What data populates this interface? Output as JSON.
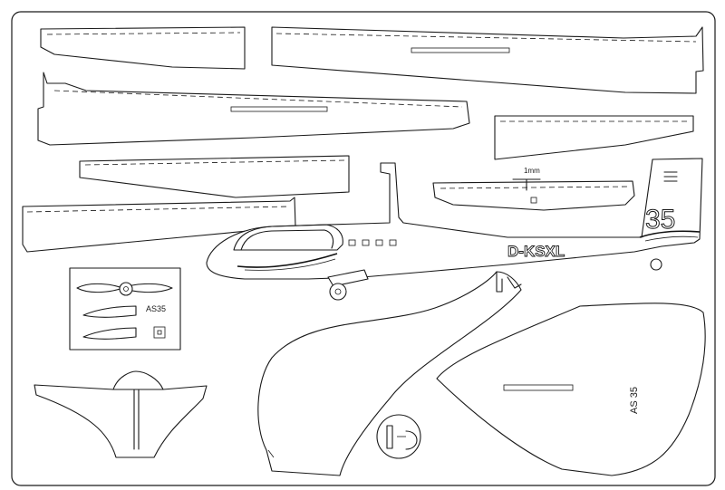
{
  "sheet": {
    "registration": "D-KSXL",
    "fin_number": "35",
    "label_small": "AS35",
    "label_large": "AS 35",
    "dimension_note": "1mm"
  },
  "colors": {
    "background": "#ffffff",
    "line": "#1a1a1a"
  }
}
